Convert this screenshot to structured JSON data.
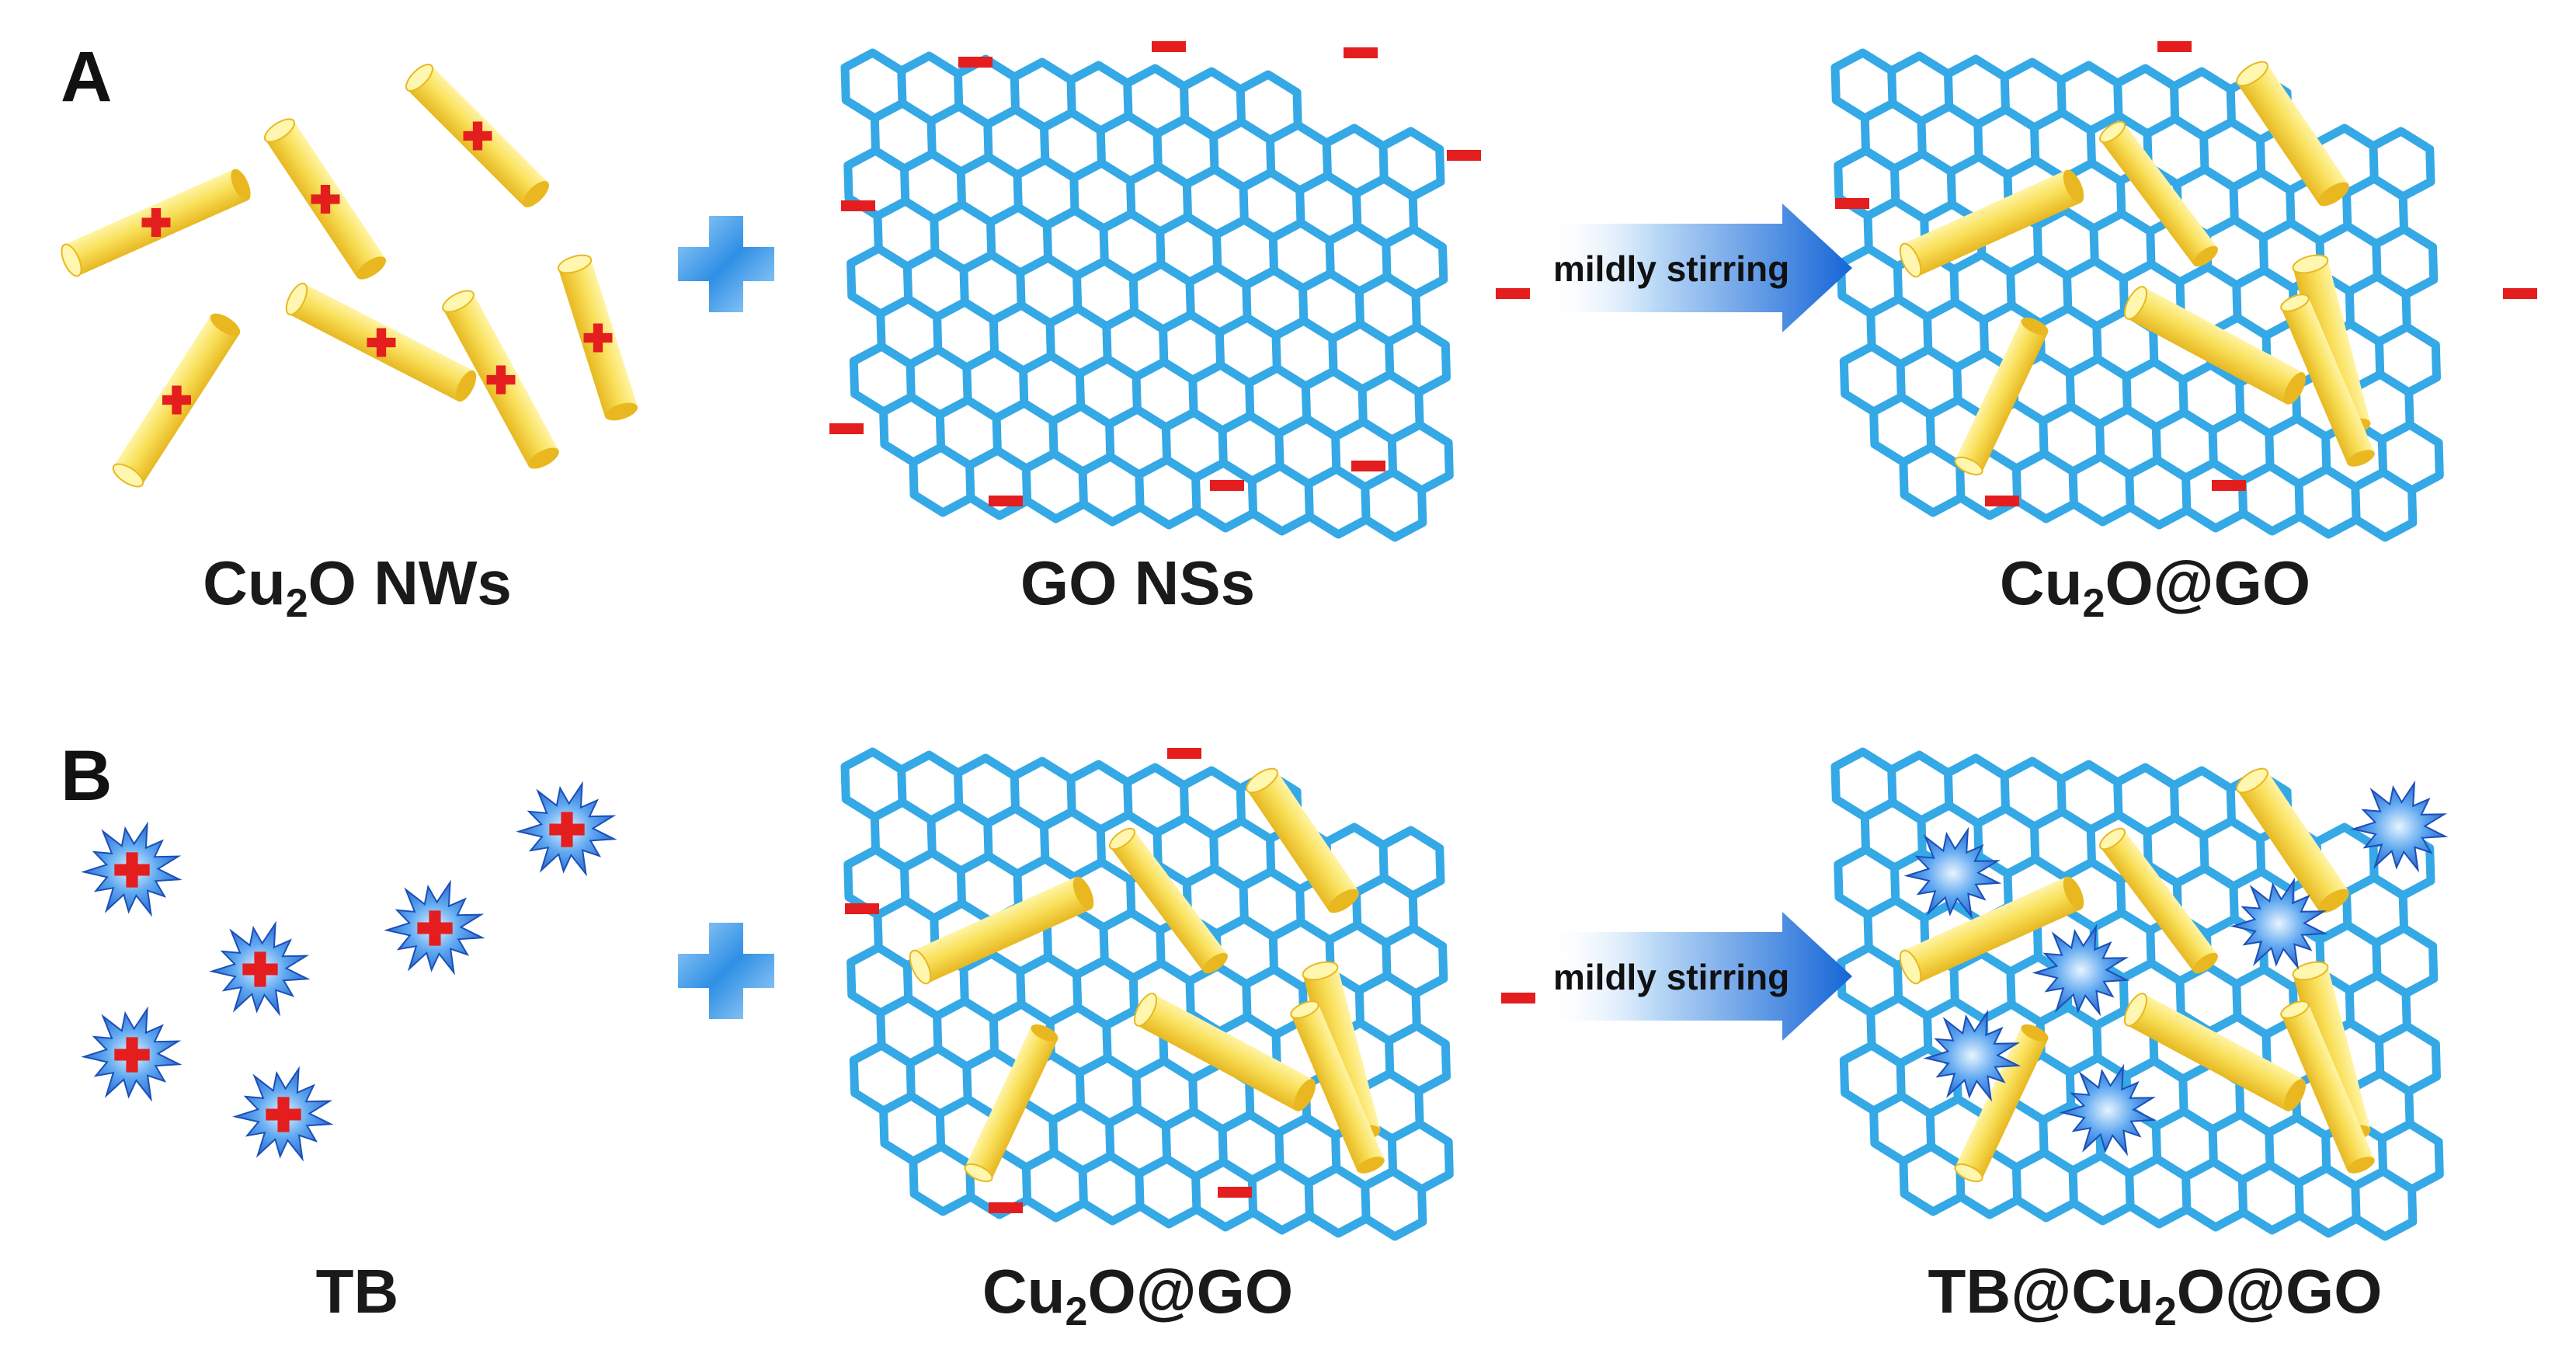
{
  "panels": [
    {
      "letter": "A",
      "captions": {
        "left": "Cu",
        "left_rest": "O NWs",
        "middle": "GO NSs",
        "right": "Cu",
        "right_rest": "O@GO"
      },
      "arrow_label": "mildly stirring"
    },
    {
      "letter": "B",
      "captions": {
        "left": "TB",
        "middle": "Cu",
        "middle_rest": "O@GO",
        "right": "TB@Cu",
        "right_rest": "O@GO"
      },
      "arrow_label": "mildly stirring"
    }
  ],
  "subscript": "2",
  "colors": {
    "graphene": "#35a8e6",
    "rod": "#f7dc4a",
    "rod_dark": "#e9b820",
    "charge": "#e41e1e",
    "tb": "#2a73d8",
    "arrow": "#1f78d8"
  }
}
